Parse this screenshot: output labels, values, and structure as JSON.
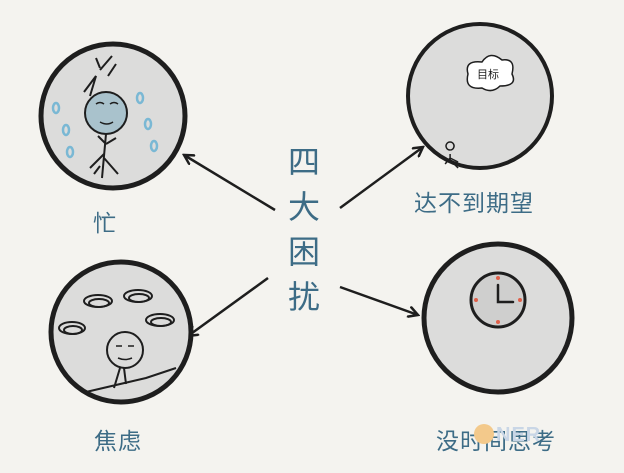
{
  "center_title": [
    "四",
    "大",
    "困",
    "扰"
  ],
  "labels": {
    "busy": "忙",
    "expectation": "达不到期望",
    "anxiety": "焦虑",
    "no_time": "没时间思考"
  },
  "cloud_text": "目标",
  "watermark": "NER",
  "colors": {
    "background": "#f4f3ef",
    "circle_fill": "#dcdcdb",
    "outline": "#1e1e1e",
    "text_blue": "#3d6c86",
    "tear_blue": "#7ab8d4",
    "clock_dot_red": "#e0604a"
  }
}
